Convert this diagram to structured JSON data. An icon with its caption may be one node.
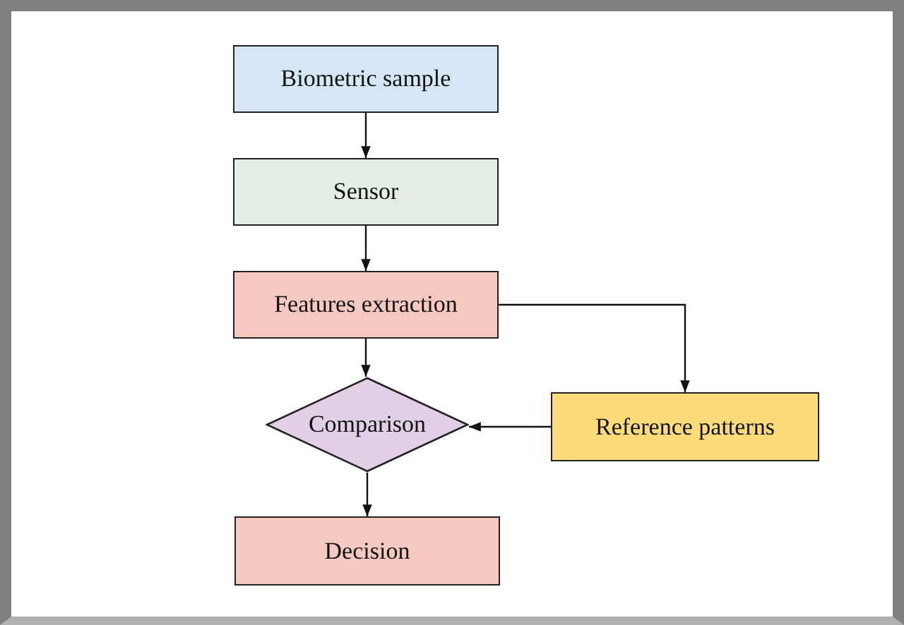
{
  "diagram": {
    "nodes": [
      {
        "text": [
          "Biometric sample"
        ]
      },
      {
        "text": [
          "Sensor"
        ]
      },
      {
        "text": [
          "Features extraction"
        ]
      },
      {
        "text": [
          "Comparison"
        ]
      },
      {
        "text": [
          "Reference patterns"
        ]
      },
      {
        "text": [
          "Decision"
        ]
      }
    ],
    "edges": [
      {
        "from": 0,
        "to": 1,
        "arrow": "to"
      },
      {
        "from": 1,
        "to": 2,
        "arrow": "to"
      },
      {
        "from": 2,
        "to": 3,
        "arrow": "to"
      },
      {
        "from": 2,
        "to": 4,
        "arrow": "to"
      },
      {
        "from": 4,
        "to": 3,
        "arrow": "to"
      },
      {
        "from": 3,
        "to": 5,
        "arrow": "to"
      }
    ]
  }
}
